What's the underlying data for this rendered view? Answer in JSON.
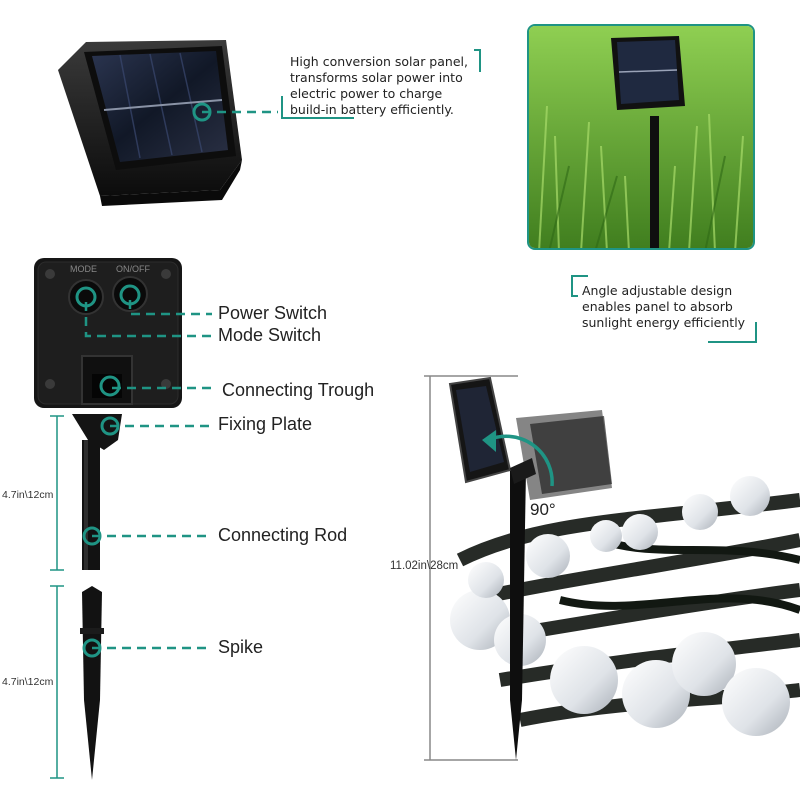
{
  "colors": {
    "accent": "#1f9484",
    "panel": "#1b2230",
    "body": "#151515",
    "grass": "#5da52f"
  },
  "callouts": {
    "solar_panel": [
      "High conversion solar panel,",
      "transforms solar power into",
      "electric power to charge",
      "build-in battery efficiently."
    ],
    "angle": [
      "Angle adjustable design",
      "enables panel to absorb",
      "sunlight energy efficiently"
    ]
  },
  "parts": {
    "power_switch": "Power Switch",
    "mode_switch": "Mode Switch",
    "connecting_trough": "Connecting Trough",
    "fixing_plate": "Fixing Plate",
    "connecting_rod": "Connecting Rod",
    "spike": "Spike"
  },
  "box_labels": {
    "mode": "MODE",
    "onoff": "ON/OFF"
  },
  "dimensions": {
    "rod": "4.7in\\12cm",
    "spike": "4.7in\\12cm",
    "total": "11.02in\\28cm",
    "angle": "90°"
  }
}
